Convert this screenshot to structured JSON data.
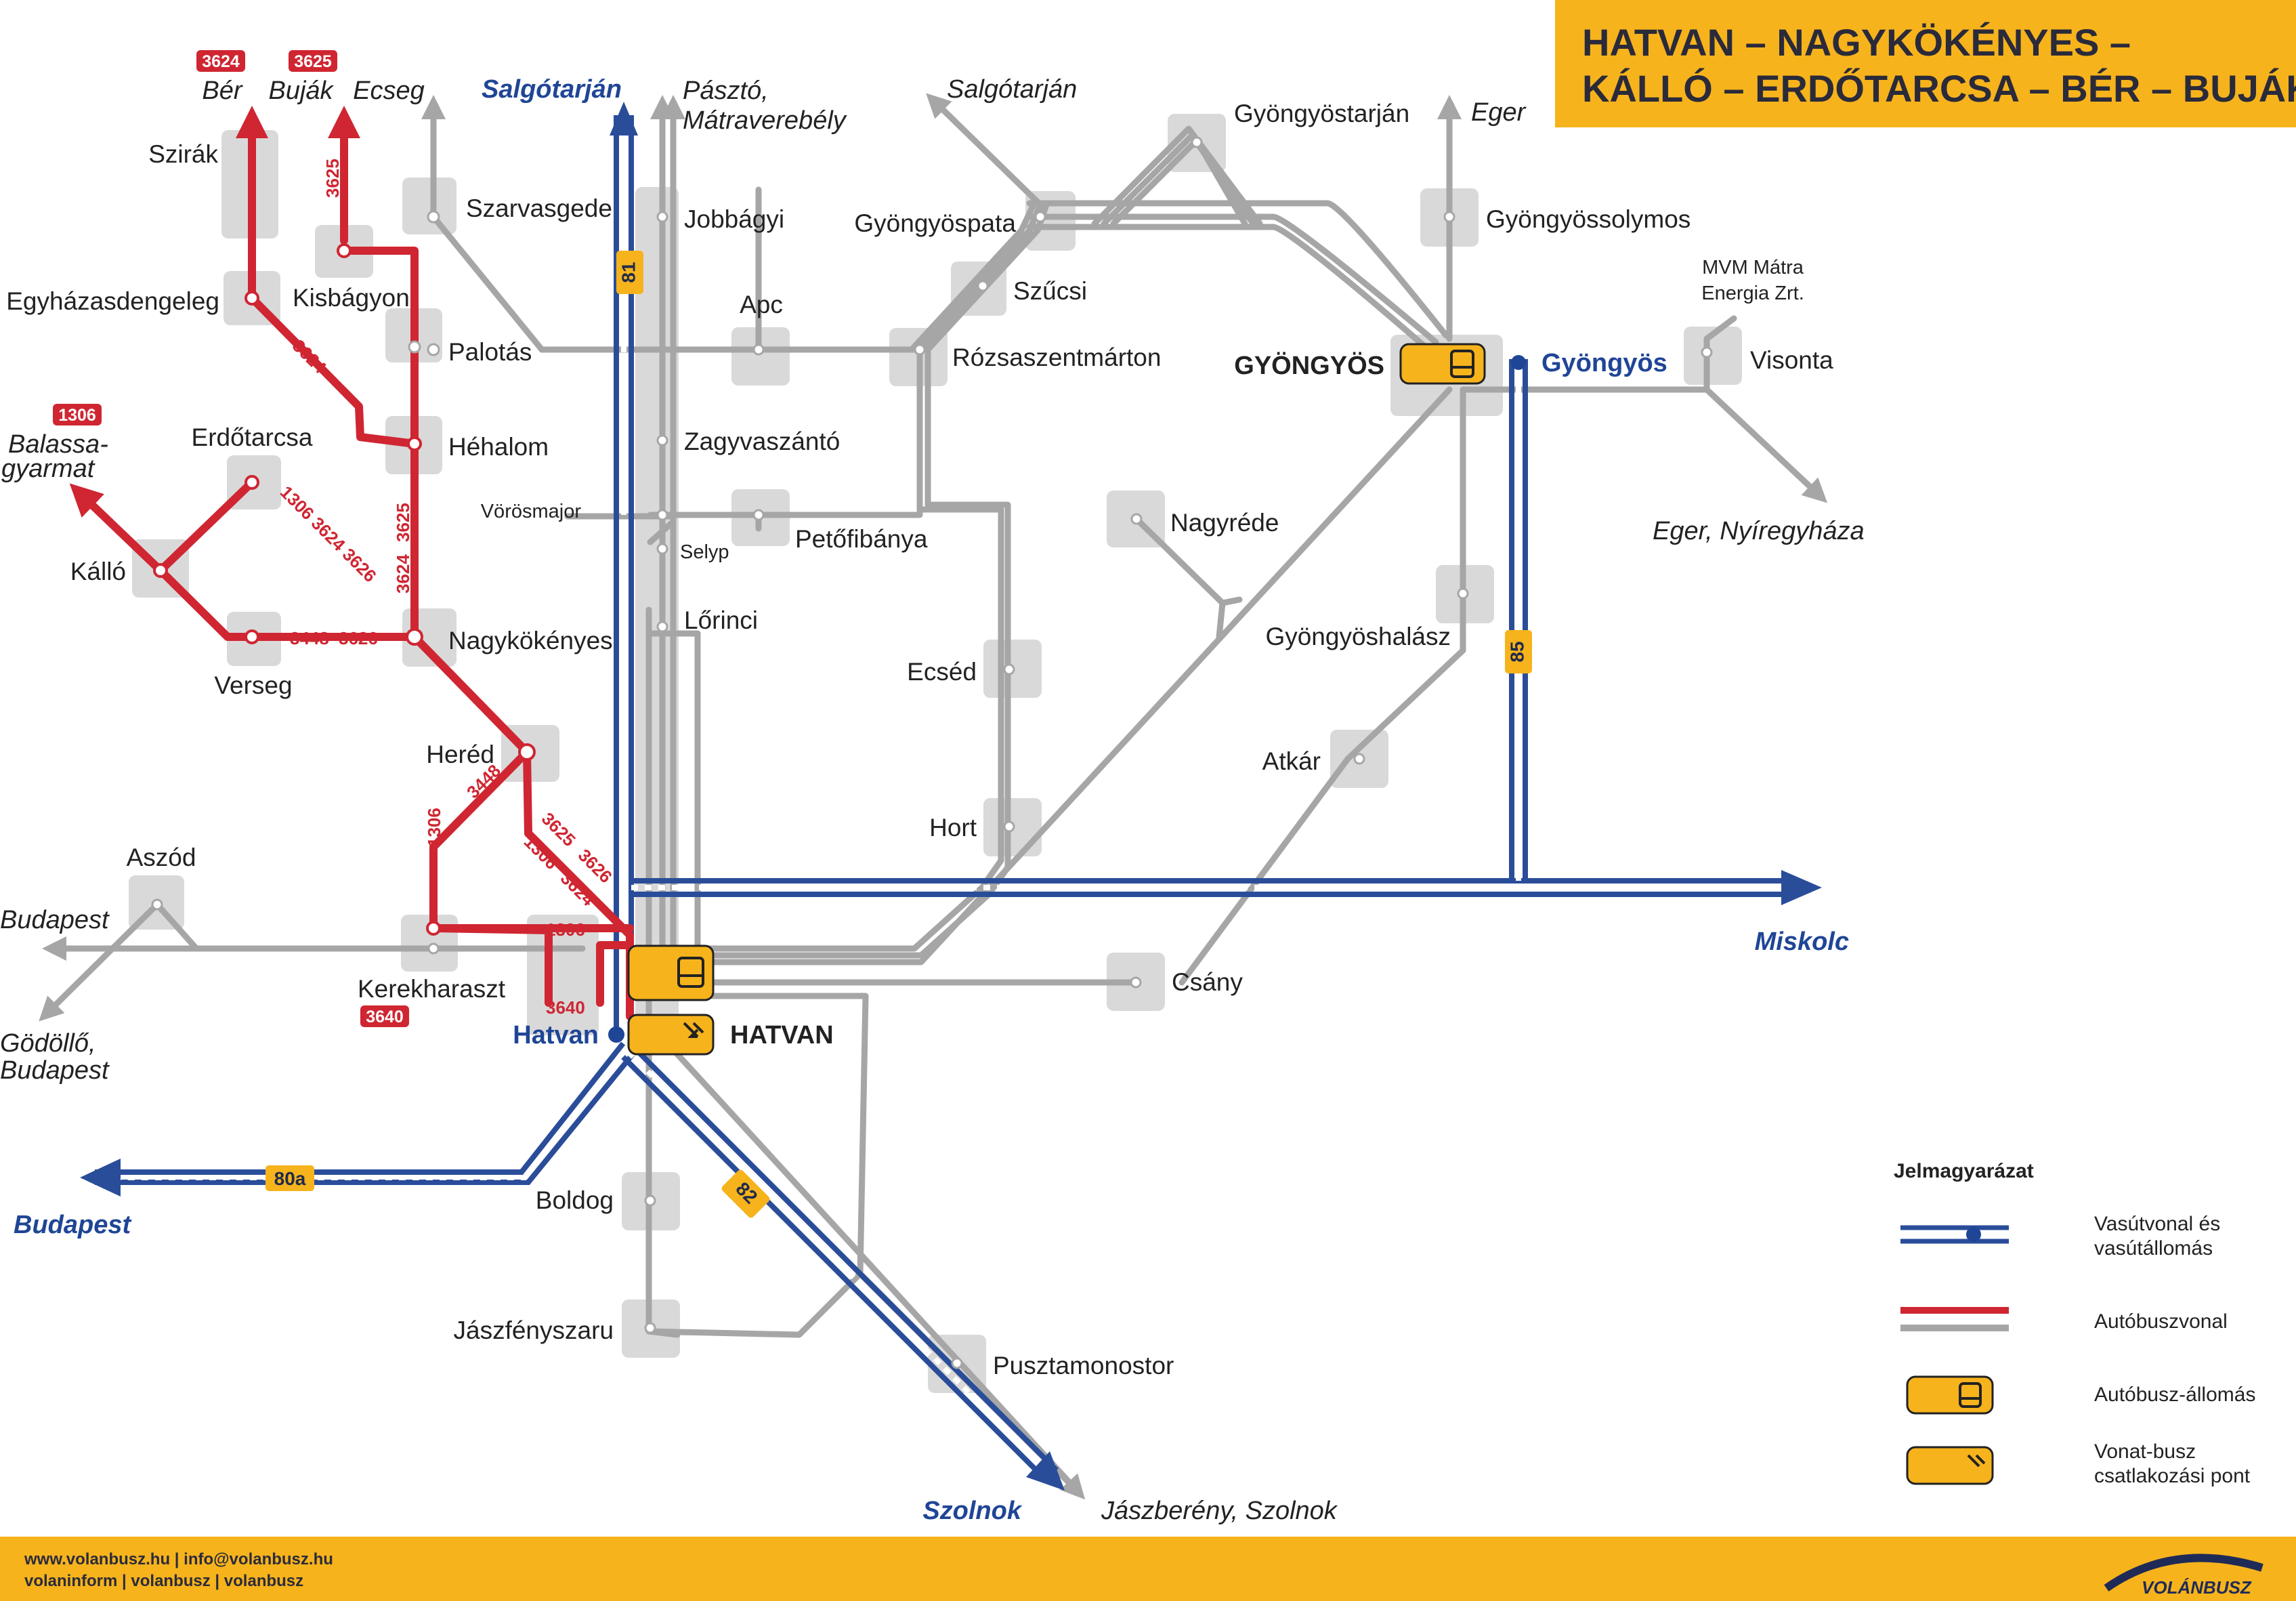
{
  "title": {
    "line1": "HATVAN – NAGYKÖKÉNYES –",
    "line2": "KÁLLÓ – ERDŐTARCSA – BÉR – BUJÁK"
  },
  "hubs": {
    "hatvan": "HATVAN",
    "gyongyos": "GYÖNGYÖS"
  },
  "rail_stations": {
    "hatvan": "Hatvan",
    "gyongyos": "Gyöngyös"
  },
  "rail_line_numbers": {
    "l81": "81",
    "l80a": "80a",
    "l82": "82",
    "l85": "85"
  },
  "stops": {
    "szirak": "Szirák",
    "egyhazasdengeleg": "Egyházasdengeleg",
    "kisbagyon": "Kisbágyon",
    "szarvasgede": "Szarvasgede",
    "palotas": "Palotás",
    "hehalom": "Héhalom",
    "erdotarcsa": "Erdőtarcsa",
    "kallo": "Kálló",
    "verseg": "Verseg",
    "nagykokenyes": "Nagykökényes",
    "hered": "Heréd",
    "aszod": "Aszód",
    "kerekharaszt": "Kerekharaszt",
    "jobbagyi": "Jobbágyi",
    "apc": "Apc",
    "zagyvaszanto": "Zagyvaszántó",
    "vorosmajor": "Vörösmajor",
    "selyp": "Selyp",
    "petofibanya": "Petőfibánya",
    "lorinci": "Lőrinci",
    "gyongyospata": "Gyöngyöspata",
    "szucsi": "Szűcsi",
    "rozsaszentmarton": "Rózsaszentmárton",
    "gyongyostarjan": "Gyöngyöstarján",
    "gyongyossolymos": "Gyöngyössolymos",
    "visonta": "Visonta",
    "nagyrede": "Nagyréde",
    "gyongyoshalasz": "Gyöngyöshalász",
    "atkar": "Atkár",
    "ecsed": "Ecséd",
    "hort": "Hort",
    "csany": "Csány",
    "boldog": "Boldog",
    "jaszfenyszaru": "Jászfényszaru",
    "pusztamonostor": "Pusztamonostor",
    "mvm1": "MVM Mátra",
    "mvm2": "Energia Zrt."
  },
  "destinations": {
    "ber": "Bér",
    "bujak": "Buják",
    "ecseg": "Ecseg",
    "salgotarjan_rail": "Salgótarján",
    "paszto1": "Pásztó,",
    "paszto2": "Mátraverebély",
    "salgotarjan_bus": "Salgótarján",
    "eger": "Eger",
    "eger_nyiregyhaza": "Eger, Nyíregyháza",
    "balassa1": "Balassa-",
    "balassa2": "gyarmat",
    "budapest_bus": "Budapest",
    "godollo1": "Gödöllő,",
    "godollo2": "Budapest",
    "budapest_rail": "Budapest",
    "miskolc": "Miskolc",
    "szolnok": "Szolnok",
    "jaszbereny": "Jászberény, Szolnok"
  },
  "route_badges": {
    "b3624": "3624",
    "b3625": "3625",
    "b1306": "1306",
    "b3640": "3640"
  },
  "route_labels": {
    "r3625": "3625",
    "r3624": "3624",
    "r1306a": "1306",
    "r3624a": "3624",
    "r3626a": "3626",
    "r3624b": "3624",
    "r3625b": "3625",
    "r3448a": "3448",
    "r3626b": "3626",
    "r1306b": "1306",
    "r3448b": "3448",
    "r3625c": "3625",
    "r3626c": "3626",
    "r1306c": "1306",
    "r3624c": "3624",
    "r1306d": "1306",
    "r3640": "3640"
  },
  "legend": {
    "heading": "Jelmagyarázat",
    "rail1": "Vasútvonal és",
    "rail2": "vasútállomás",
    "bus": "Autóbuszvonal",
    "busstation": "Autóbusz-állomás",
    "connect1": "Vonat-busz",
    "connect2": "csatlakozási pont"
  },
  "footer": {
    "line1": "www.volanbusz.hu | info@volanbusz.hu",
    "line2": "volaninform | volanbusz | volanbusz",
    "logo": "VOLÁNBUSZ"
  },
  "colors": {
    "rail": "#2a4d9a",
    "bus_red": "#cf2632",
    "bus_grey": "#a6a6a6",
    "accent": "#f6b31c",
    "stop_box": "#d9d9d9"
  },
  "icons": {
    "bus": "bus-icon",
    "transfer": "train-bus-transfer-icon"
  }
}
